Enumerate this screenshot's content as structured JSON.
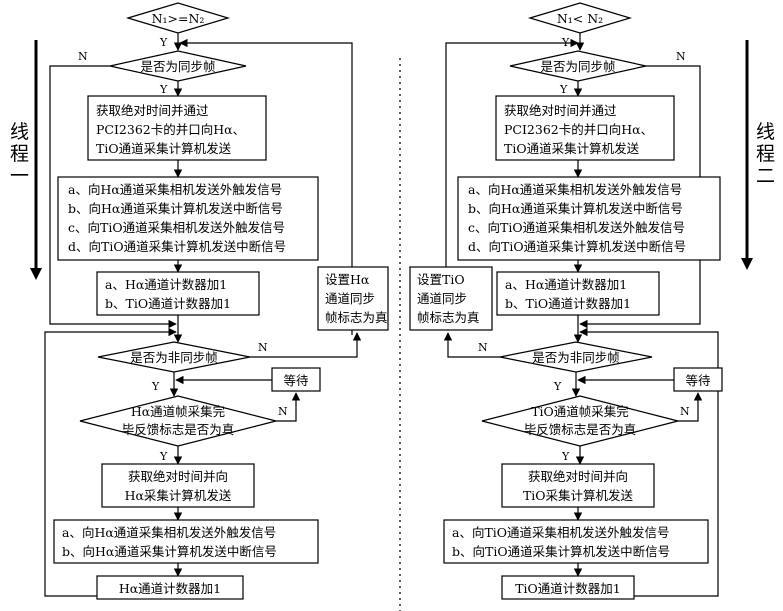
{
  "thread1": {
    "title_line1": "线",
    "title_line2": "程",
    "title_line3": "一",
    "start": "N₁>=N₂",
    "sync_q": "是否为同步帧",
    "acquire1": "获取绝对时间并通过",
    "acquire2": "PCI2362卡的并口向Hα、",
    "acquire3": "TiO通道采集计算机发送",
    "sig_a": "a、向Hα通道采集相机发送外触发信号",
    "sig_b": "b、向Hα通道采集计算机发送中断信号",
    "sig_c": "c、向TiO通道采集相机发送外触发信号",
    "sig_d": "d、向TiO通道采集计算机发送中断信号",
    "cnt_a": "a、Hα通道计数器加1",
    "cnt_b": "b、TiO通道计数器加1",
    "set_flag1": "设置Hα",
    "set_flag2": "通道同步",
    "set_flag3": "帧标志为真",
    "nonsync_q": "是否为非同步帧",
    "wait": "等待",
    "done_q1": "Hα通道帧采集完",
    "done_q2": "毕反馈标志是否为真",
    "get_time1": "获取绝对时间并向",
    "get_time2": "Hα采集计算机发送",
    "sig2_a": "a、向Hα通道采集相机发送外触发信号",
    "sig2_b": "b、向Hα通道采集计算机发送中断信号",
    "final": "Hα通道计数器加1"
  },
  "thread2": {
    "title_line1": "线",
    "title_line2": "程",
    "title_line3": "二",
    "start": "N₁< N₂",
    "sync_q": "是否为同步帧",
    "acquire1": "获取绝对时间并通过",
    "acquire2": "PCI2362卡的并口向Hα、",
    "acquire3": "TiO通道采集计算机发送",
    "sig_a": "a、向Hα通道采集相机发送外触发信号",
    "sig_b": "b、向Hα通道采集计算机发送中断信号",
    "sig_c": "c、向TiO通道采集相机发送外触发信号",
    "sig_d": "d、向TiO通道采集计算机发送中断信号",
    "cnt_a": "a、Hα通道计数器加1",
    "cnt_b": "b、TiO通道计数器加1",
    "set_flag1": "设置TiO",
    "set_flag2": "通道同步",
    "set_flag3": "帧标志为真",
    "nonsync_q": "是否为非同步帧",
    "wait": "等待",
    "done_q1": "TiO通道帧采集完",
    "done_q2": "毕反馈标志是否为真",
    "get_time1": "获取绝对时间并向",
    "get_time2": "TiO采集计算机发送",
    "sig2_a": "a、向TiO通道采集相机发送外触发信号",
    "sig2_b": "b、向TiO通道采集计算机发送中断信号",
    "final": "TiO通道计数器加1"
  },
  "labels": {
    "yes": "Y",
    "no": "N"
  }
}
